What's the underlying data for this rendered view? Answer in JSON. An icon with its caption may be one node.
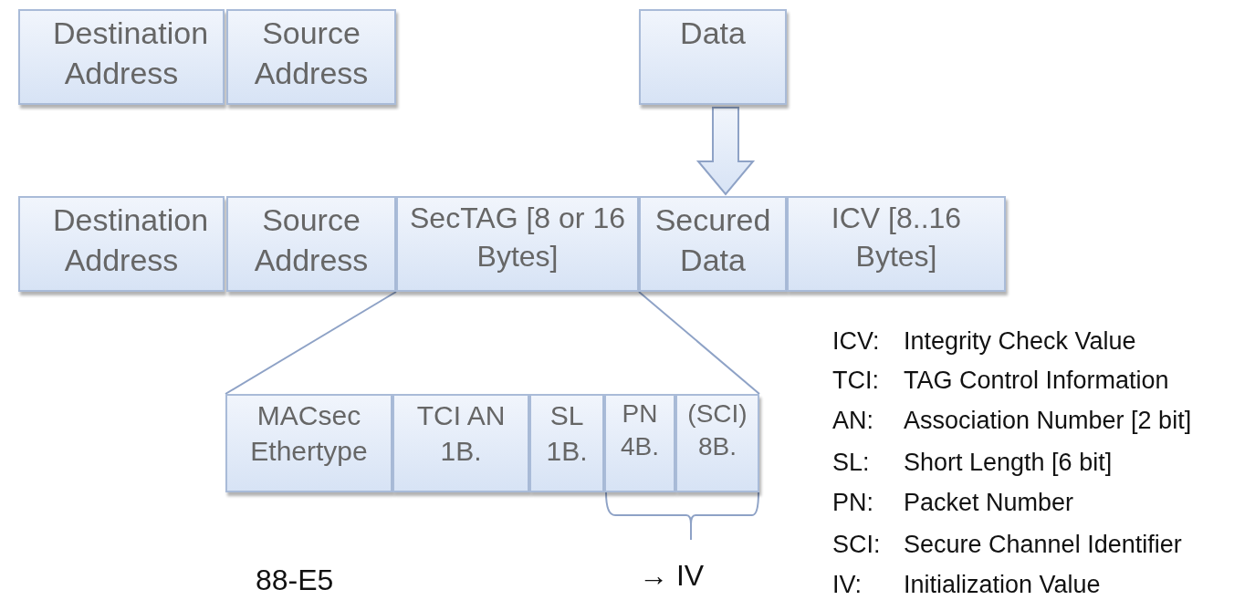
{
  "diagram": {
    "nodes": [
      {
        "text": [
          "Destination Address"
        ]
      },
      {
        "text": [
          "Source Address"
        ]
      },
      {
        "text": [
          "Data"
        ]
      },
      {
        "text": [
          "Destination Address"
        ]
      },
      {
        "text": [
          "Source Address"
        ]
      },
      {
        "text": [
          "SecTAG [8 or 16 Bytes]"
        ]
      },
      {
        "text": [
          "Secured Data"
        ]
      },
      {
        "text": [
          "ICV [8..16 Bytes]"
        ]
      },
      {
        "text": [
          "MACsec Ethertype"
        ]
      },
      {
        "text": [
          "TCI AN 1B."
        ]
      },
      {
        "text": [
          "SL 1B."
        ]
      },
      {
        "text": [
          "PN 4B."
        ]
      },
      {
        "text": [
          "(SCI) 8B."
        ]
      }
    ],
    "edges": [
      {
        "from": 2,
        "to": 6,
        "arrow": "to"
      },
      {
        "from": 5,
        "to": 8,
        "arrow": "none"
      },
      {
        "from": 5,
        "to": 12,
        "arrow": "none"
      }
    ],
    "labels": [
      "ICV:",
      "Integrity Check Value",
      "TCI:",
      "TAG Control Information",
      "AN:",
      "Association Number [2 bit]",
      "SL:",
      "Short Length [6 bit]",
      "PN:",
      "Packet Number",
      "SCI:",
      "Secure Channel Identifier",
      "88-E5",
      "→ IV",
      "IV:",
      "Initialization Value"
    ]
  }
}
